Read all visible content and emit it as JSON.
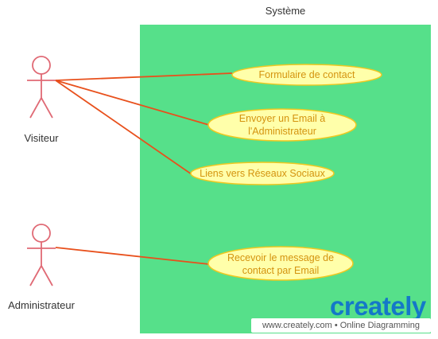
{
  "system": {
    "title": "Système"
  },
  "actors": [
    {
      "id": "visiteur",
      "label": "Visiteur"
    },
    {
      "id": "administrateur",
      "label": "Administrateur"
    }
  ],
  "use_cases": [
    {
      "id": "uc1",
      "lines": [
        "Formulaire de contact"
      ]
    },
    {
      "id": "uc2",
      "lines": [
        "Envoyer un Email à",
        "l'Administrateur"
      ]
    },
    {
      "id": "uc3",
      "lines": [
        "Liens vers Réseaux Sociaux"
      ]
    },
    {
      "id": "uc4",
      "lines": [
        "Recevoir le message de",
        "contact par Email"
      ]
    }
  ],
  "associations": [
    {
      "from": "visiteur",
      "to": "uc1"
    },
    {
      "from": "visiteur",
      "to": "uc2"
    },
    {
      "from": "visiteur",
      "to": "uc3"
    },
    {
      "from": "administrateur",
      "to": "uc4"
    }
  ],
  "watermark": {
    "brand": "creately",
    "tagline": "www.creately.com • Online Diagramming"
  },
  "colors": {
    "system_fill": "#56e08a",
    "actor_stroke": "#e06a75",
    "association_line": "#e8501c",
    "usecase_fill": "#ffffaa",
    "usecase_stroke": "#f0c820",
    "usecase_text": "#d4930f"
  }
}
